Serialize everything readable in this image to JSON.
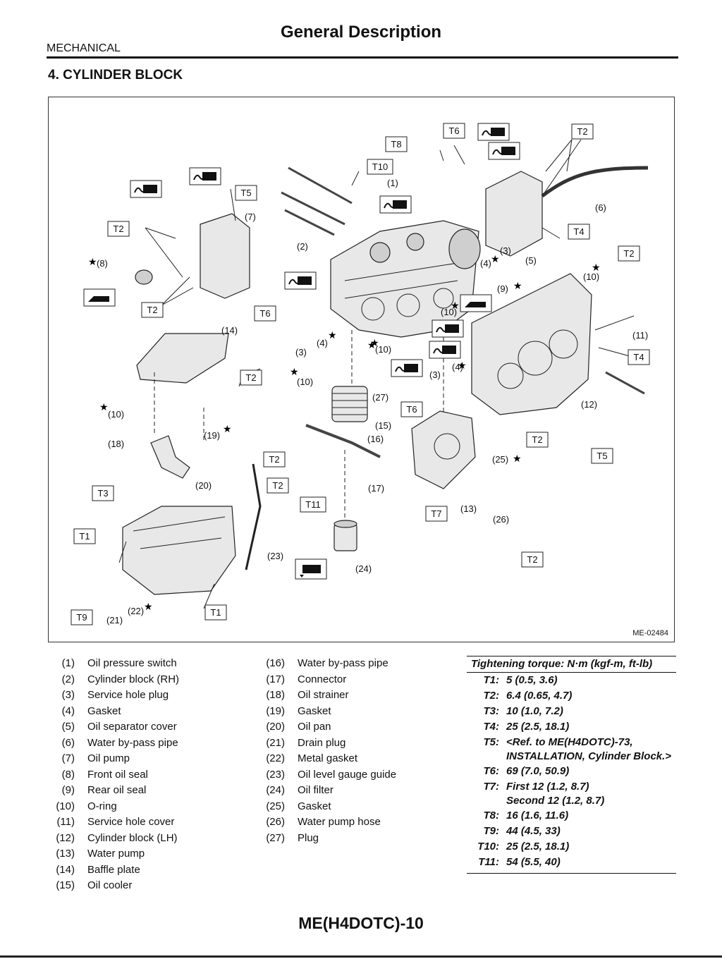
{
  "header": {
    "title": "General Description",
    "section": "MECHANICAL"
  },
  "subtitle": "4.  CYLINDER BLOCK",
  "figure": {
    "code": "ME-02484",
    "torque_tags": [
      "T1",
      "T2",
      "T3",
      "T4",
      "T5",
      "T6",
      "T7",
      "T8",
      "T9",
      "T10",
      "T11"
    ],
    "callouts": [
      "(1)",
      "(2)",
      "(3)",
      "(4)",
      "(5)",
      "(6)",
      "(7)",
      "(8)",
      "(9)",
      "(10)",
      "(11)",
      "(12)",
      "(13)",
      "(14)",
      "(15)",
      "(16)",
      "(17)",
      "(18)",
      "(19)",
      "(20)",
      "(21)",
      "(22)",
      "(23)",
      "(24)",
      "(25)",
      "(26)",
      "(27)"
    ],
    "icons": [
      "oil-application-icon",
      "grease-application-icon",
      "engine-oil-icon",
      "replace-star-icon"
    ]
  },
  "legend_col1": [
    {
      "num": "(1)",
      "name": "Oil pressure switch"
    },
    {
      "num": "(2)",
      "name": "Cylinder block (RH)"
    },
    {
      "num": "(3)",
      "name": "Service hole plug"
    },
    {
      "num": "(4)",
      "name": "Gasket"
    },
    {
      "num": "(5)",
      "name": "Oil separator cover"
    },
    {
      "num": "(6)",
      "name": "Water by-pass pipe"
    },
    {
      "num": "(7)",
      "name": "Oil pump"
    },
    {
      "num": "(8)",
      "name": "Front oil seal"
    },
    {
      "num": "(9)",
      "name": "Rear oil seal"
    },
    {
      "num": "(10)",
      "name": "O-ring"
    },
    {
      "num": "(11)",
      "name": "Service hole cover"
    },
    {
      "num": "(12)",
      "name": "Cylinder block (LH)"
    },
    {
      "num": "(13)",
      "name": "Water pump"
    },
    {
      "num": "(14)",
      "name": "Baffle plate"
    },
    {
      "num": "(15)",
      "name": "Oil cooler"
    }
  ],
  "legend_col2": [
    {
      "num": "(16)",
      "name": "Water by-pass pipe"
    },
    {
      "num": "(17)",
      "name": "Connector"
    },
    {
      "num": "(18)",
      "name": "Oil strainer"
    },
    {
      "num": "(19)",
      "name": "Gasket"
    },
    {
      "num": "(20)",
      "name": "Oil pan"
    },
    {
      "num": "(21)",
      "name": "Drain plug"
    },
    {
      "num": "(22)",
      "name": "Metal gasket"
    },
    {
      "num": "(23)",
      "name": "Oil level gauge guide"
    },
    {
      "num": "(24)",
      "name": "Oil filter"
    },
    {
      "num": "(25)",
      "name": "Gasket"
    },
    {
      "num": "(26)",
      "name": "Water pump hose"
    },
    {
      "num": "(27)",
      "name": "Plug"
    }
  ],
  "torque": {
    "heading": "Tightening torque: N·m (kgf-m, ft-lb)",
    "rows": [
      {
        "code": "T1:",
        "value": "5 (0.5, 3.6)"
      },
      {
        "code": "T2:",
        "value": "6.4 (0.65, 4.7)"
      },
      {
        "code": "T3:",
        "value": "10 (1.0, 7.2)"
      },
      {
        "code": "T4:",
        "value": "25 (2.5, 18.1)"
      },
      {
        "code": "T5:",
        "value": "<Ref. to ME(H4DOTC)-73, INSTALLATION, Cylinder Block.>"
      },
      {
        "code": "T6:",
        "value": "69 (7.0, 50.9)"
      },
      {
        "code": "T7:",
        "value": "First 12 (1.2, 8.7)\nSecond 12 (1.2, 8.7)"
      },
      {
        "code": "T8:",
        "value": "16 (1.6, 11.6)"
      },
      {
        "code": "T9:",
        "value": "44 (4.5, 33)"
      },
      {
        "code": "T10:",
        "value": "25 (2.5, 18.1)"
      },
      {
        "code": "T11:",
        "value": "54 (5.5, 40)"
      }
    ]
  },
  "footer": {
    "page": "ME(H4DOTC)-10"
  }
}
